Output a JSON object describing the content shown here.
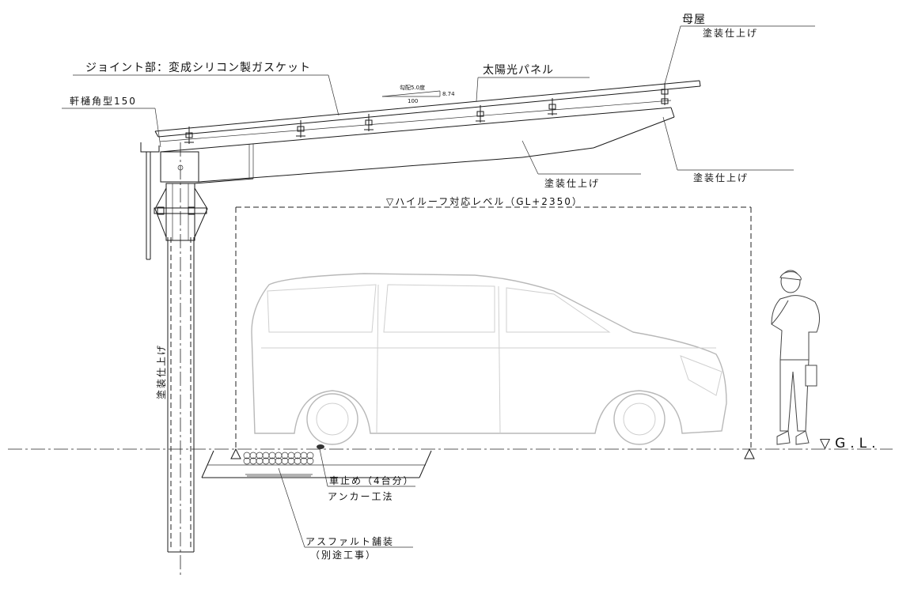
{
  "labels": {
    "gasket": "ジョイント部：変成シリコン製ガスケット",
    "gutter": "軒樋角型150",
    "solar": "太陽光パネル",
    "purlin": "母屋",
    "purlin_finish": "塗装仕上げ",
    "beam_finish": "塗装仕上げ",
    "end_finish": "塗装仕上げ",
    "column_finish": "塗装仕上げ",
    "slope_title": "勾配5.0度",
    "slope_run": "100",
    "slope_rise": "8.74",
    "high_roof": "▽ハイルーフ対応レベル（GL+2350）",
    "wheel_stop": "車止め（4台分）",
    "anchor": "アンカー工法",
    "asphalt": "アスファルト舗装",
    "separate": "（別途工事）",
    "gl": "▽G.L."
  }
}
